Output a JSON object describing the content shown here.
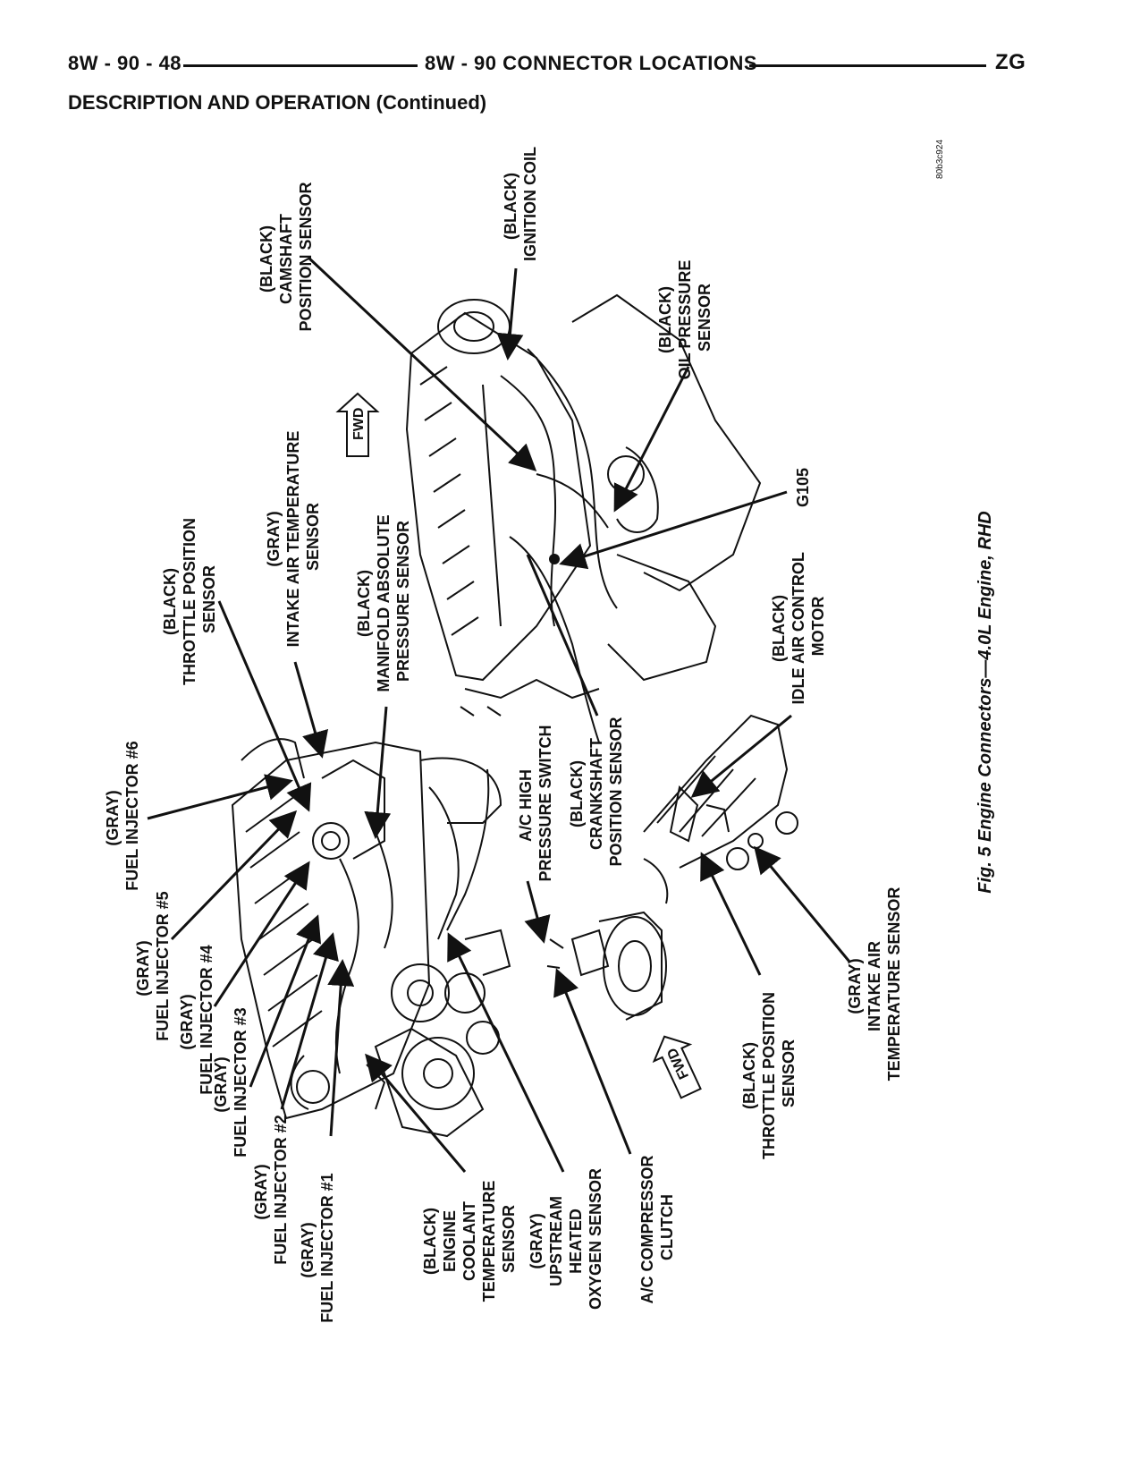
{
  "header": {
    "page_number": "8W - 90 - 48",
    "section_title": "8W - 90 CONNECTOR LOCATIONS",
    "section_code": "ZG"
  },
  "subheading": "DESCRIPTION AND OPERATION (Continued)",
  "figure": {
    "reference_id": "80b3c924",
    "caption": "Fig. 5 Engine Connectors—4.0L Engine, RHD",
    "fwd_label": "FWD",
    "callouts": [
      {
        "id": "camshaft",
        "lines": [
          "(BLACK)",
          "CAMSHAFT",
          "POSITION SENSOR"
        ]
      },
      {
        "id": "ignition-coil",
        "lines": [
          "(BLACK)",
          "IGNITION COIL"
        ]
      },
      {
        "id": "oil-pressure",
        "lines": [
          "(BLACK)",
          "OIL PRESSURE",
          "SENSOR"
        ]
      },
      {
        "id": "g105",
        "lines": [
          "G105"
        ]
      },
      {
        "id": "iac-motor",
        "lines": [
          "(BLACK)",
          "IDLE AIR CONTROL",
          "MOTOR"
        ]
      },
      {
        "id": "map-sensor",
        "lines": [
          "(BLACK)",
          "MANIFOLD ABSOLUTE",
          "PRESSURE SENSOR"
        ]
      },
      {
        "id": "iat-sensor-top",
        "lines": [
          "(GRAY)",
          "INTAKE AIR TEMPERATURE",
          "SENSOR"
        ]
      },
      {
        "id": "tps-top",
        "lines": [
          "(BLACK)",
          "THROTTLE POSITION",
          "SENSOR"
        ]
      },
      {
        "id": "injector-6",
        "lines": [
          "(GRAY)",
          "FUEL INJECTOR #6"
        ]
      },
      {
        "id": "injector-5",
        "lines": [
          "(GRAY)",
          "FUEL INJECTOR #5"
        ]
      },
      {
        "id": "injector-4",
        "lines": [
          "(GRAY)",
          "FUEL INJECTOR #4"
        ]
      },
      {
        "id": "injector-3",
        "lines": [
          "(GRAY)",
          "FUEL INJECTOR #3"
        ]
      },
      {
        "id": "injector-2",
        "lines": [
          "(GRAY)",
          "FUEL INJECTOR #2"
        ]
      },
      {
        "id": "injector-1",
        "lines": [
          "(GRAY)",
          "FUEL INJECTOR #1"
        ]
      },
      {
        "id": "coolant-temp",
        "lines": [
          "(BLACK)",
          "ENGINE",
          "COOLANT",
          "TEMPERATURE",
          "SENSOR"
        ]
      },
      {
        "id": "o2-sensor",
        "lines": [
          "(GRAY)",
          "UPSTREAM",
          "HEATED",
          "OXYGEN SENSOR"
        ]
      },
      {
        "id": "ac-clutch",
        "lines": [
          "A/C COMPRESSOR",
          "CLUTCH"
        ]
      },
      {
        "id": "ac-switch",
        "lines": [
          "A/C HIGH",
          "PRESSURE SWITCH"
        ]
      },
      {
        "id": "crankshaft",
        "lines": [
          "(BLACK)",
          "CRANKSHAFT",
          "POSITION SENSOR"
        ]
      },
      {
        "id": "tps-bottom",
        "lines": [
          "(BLACK)",
          "THROTTLE POSITION",
          "SENSOR"
        ]
      },
      {
        "id": "iat-sensor-bottom",
        "lines": [
          "(GRAY)",
          "INTAKE AIR",
          "TEMPERATURE SENSOR"
        ]
      }
    ]
  }
}
